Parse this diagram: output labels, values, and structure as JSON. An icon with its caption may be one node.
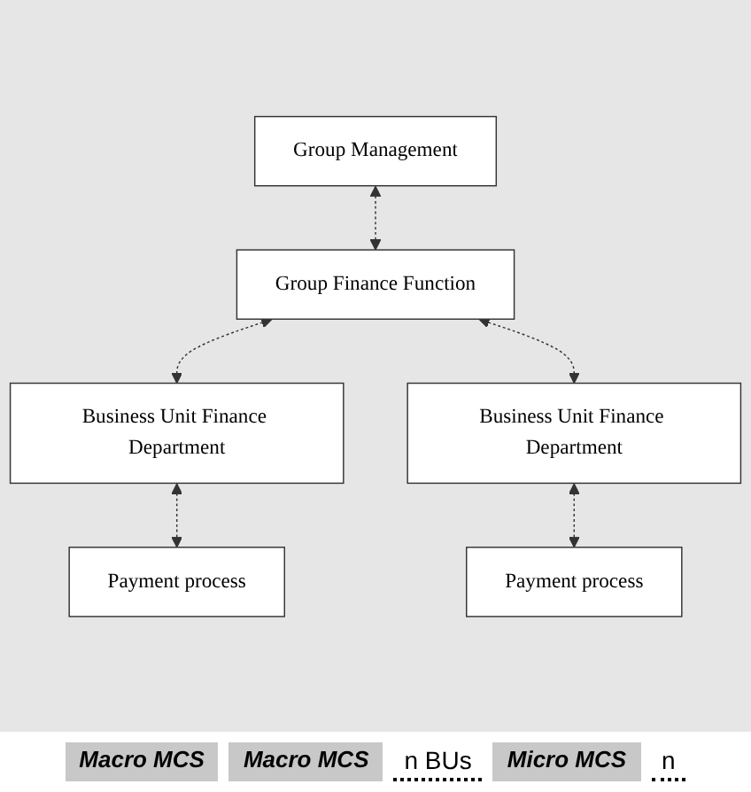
{
  "diagram": {
    "nodes": [
      {
        "text": [
          "Group Management"
        ]
      },
      {
        "text": [
          "Group Finance Function"
        ]
      },
      {
        "text": [
          "Business Unit Finance Department"
        ]
      },
      {
        "text": [
          "Business Unit Finance Department"
        ]
      },
      {
        "text": [
          "Payment process"
        ]
      },
      {
        "text": [
          "Payment process"
        ]
      }
    ],
    "edges": [
      {
        "from": 0,
        "to": 1,
        "arrow": "both",
        "style": "dashed"
      },
      {
        "from": 1,
        "to": 2,
        "arrow": "both",
        "style": "dashed"
      },
      {
        "from": 1,
        "to": 3,
        "arrow": "both",
        "style": "dashed"
      },
      {
        "from": 2,
        "to": 4,
        "arrow": "both",
        "style": "dashed"
      },
      {
        "from": 3,
        "to": 5,
        "arrow": "both",
        "style": "dashed"
      }
    ],
    "labels": [
      "Macro MCS",
      "Macro MCS",
      "n BUs",
      "Micro MCS",
      "n"
    ]
  }
}
